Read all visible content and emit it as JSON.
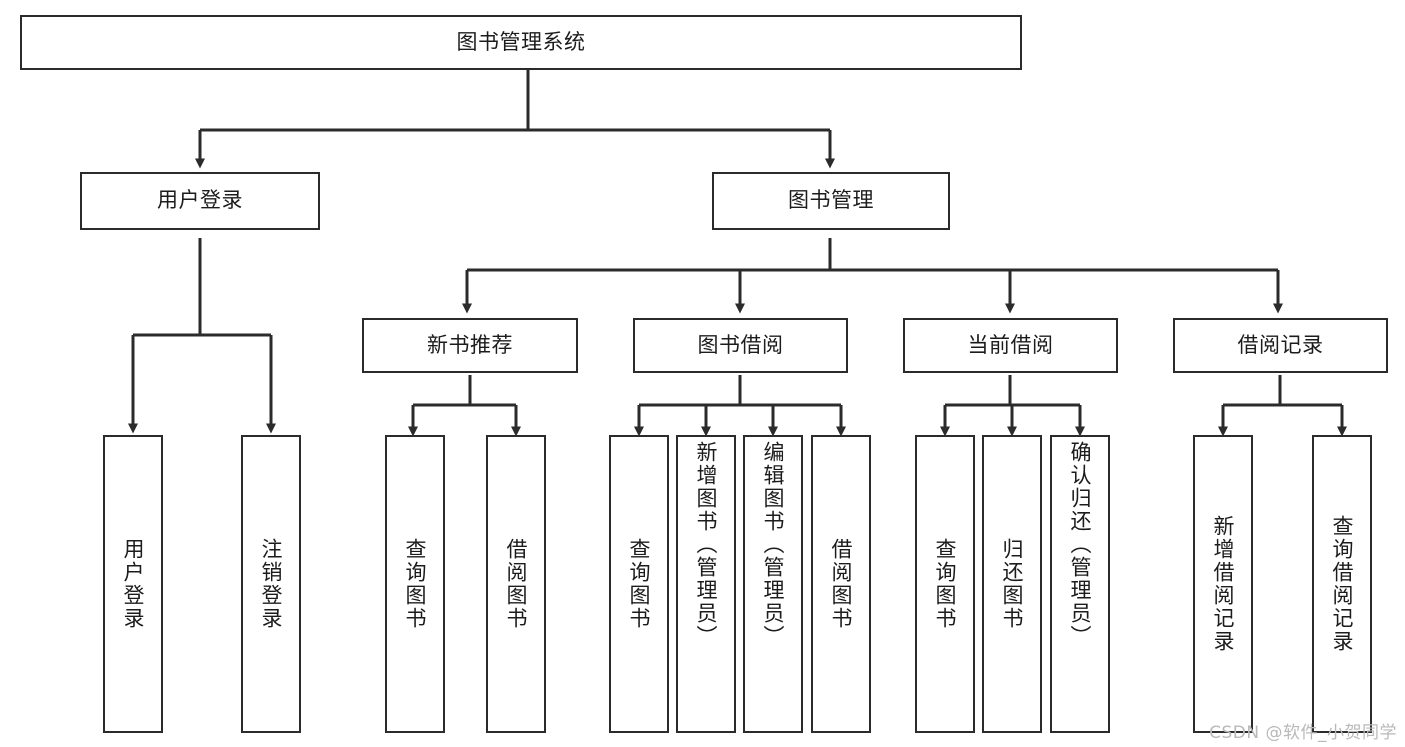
{
  "diagram": {
    "title": "图书管理系统",
    "watermark": "CSDN @软件_小贺同学",
    "colors": {
      "box_border": "#2b2b2b",
      "box_fill": "#ffffff",
      "line": "#2b2b2b",
      "text": "#1c1c1c",
      "watermark": "#b9b9b9",
      "background": "#ffffff"
    },
    "levels": {
      "root": {
        "label": "图书管理系统"
      },
      "level2": [
        {
          "label": "用户登录"
        },
        {
          "label": "图书管理"
        }
      ],
      "level3": [
        {
          "label": "新书推荐"
        },
        {
          "label": "图书借阅"
        },
        {
          "label": "当前借阅"
        },
        {
          "label": "借阅记录"
        }
      ],
      "leaves": {
        "user_login": [
          {
            "label": "用户登录"
          },
          {
            "label": "注销登录"
          }
        ],
        "new_book_recommend": [
          {
            "label": "查询图书"
          },
          {
            "label": "借阅图书"
          }
        ],
        "book_borrow": [
          {
            "label": "查询图书"
          },
          {
            "label": "新增图书（管理员）"
          },
          {
            "label": "编辑图书（管理员）"
          },
          {
            "label": "借阅图书"
          }
        ],
        "current_borrow": [
          {
            "label": "查询图书"
          },
          {
            "label": "归还图书"
          },
          {
            "label": "确认归还（管理员）"
          }
        ],
        "borrow_record": [
          {
            "label": "新增借阅记录"
          },
          {
            "label": "查询借阅记录"
          }
        ]
      }
    }
  }
}
